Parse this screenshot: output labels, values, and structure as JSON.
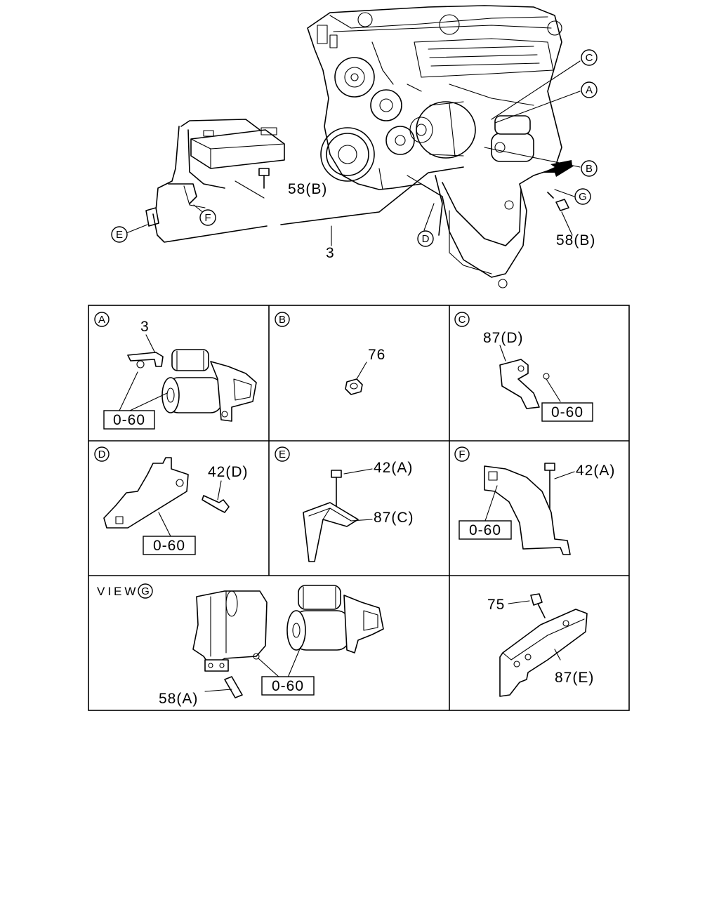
{
  "overview": {
    "callouts": {
      "c": "C",
      "a": "A",
      "b": "B",
      "g": "G",
      "d": "D",
      "e": "E",
      "f": "F"
    },
    "part_labels": {
      "bolt_near_battery": "58(B)",
      "cable": "3",
      "bolt_near_starter": "58(B)"
    }
  },
  "details": {
    "a": {
      "circle": "A",
      "cable_label": "3",
      "ref_box": "0-60"
    },
    "b": {
      "circle": "B",
      "nut_label": "76"
    },
    "c": {
      "circle": "C",
      "bracket_label": "87(D)",
      "ref_box": "0-60"
    },
    "d": {
      "circle": "D",
      "bolt_label": "42(D)",
      "ref_box": "0-60"
    },
    "e": {
      "circle": "E",
      "bolt_label": "42(A)",
      "bracket_label": "87(C)"
    },
    "f": {
      "circle": "F",
      "bolt_label": "42(A)",
      "ref_box": "0-60"
    },
    "view_g": {
      "view_text": "VIEW",
      "circle": "G",
      "bolt_label": "58(A)",
      "ref_box": "0-60"
    },
    "bracket_e": {
      "bolt_label": "75",
      "bracket_label": "87(E)"
    }
  }
}
